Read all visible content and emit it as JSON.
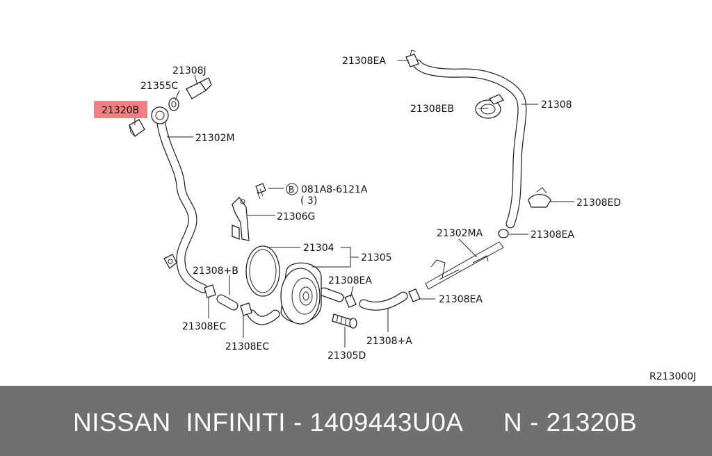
{
  "diagram": {
    "highlight_color": "#f08080",
    "labels": {
      "p21308J": "21308J",
      "p21355C": "21355C",
      "p21320B": "21320B",
      "p21302M": "21302M",
      "p21308EA_top": "21308EA",
      "p21308EB": "21308EB",
      "p21308": "21308",
      "p081A8": "081A8-6121A",
      "p081A8_qty": "( 3)",
      "bolt_mark": "B",
      "p21306G": "21306G",
      "p21308ED": "21308ED",
      "p21302MA": "21302MA",
      "p21308EA_mid": "21308EA",
      "p21304": "21304",
      "p21305": "21305",
      "p21308B": "21308+B",
      "p21308EA_low": "21308EA",
      "p21308EA_right": "21308EA",
      "p21308EC_left": "21308EC",
      "p21308EC_mid": "21308EC",
      "p21308A": "21308+A",
      "p21305D": "21305D",
      "ref": "R213000J"
    }
  },
  "footer": {
    "left_text": "NISSAN  INFINITI - 1409443U0A",
    "right_text": "N - 21320B",
    "background": "#707070"
  }
}
